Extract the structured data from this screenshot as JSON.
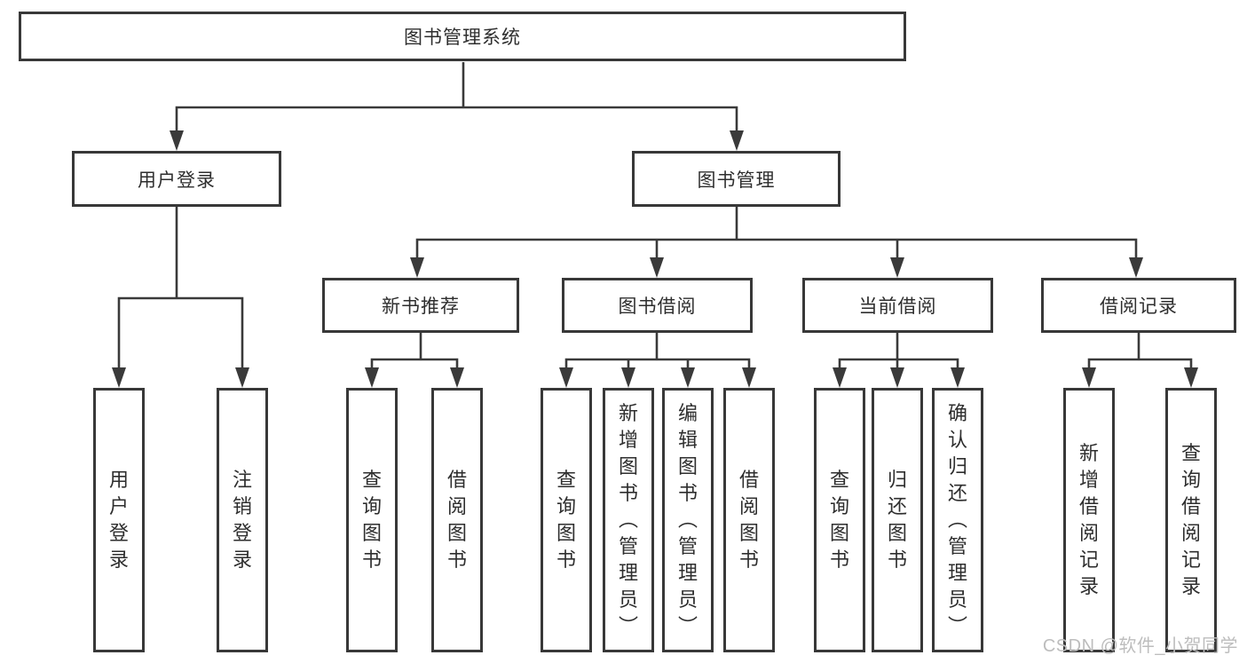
{
  "colors": {
    "line": "#3a3a3a",
    "box_border": "#383838",
    "text": "#2e2e2e",
    "background": "#ffffff",
    "watermark": "#bdbdbd"
  },
  "watermark": {
    "text": "CSDN @软件_小贺同学"
  },
  "tree": {
    "root": {
      "label": "图书管理系统"
    },
    "branches": [
      {
        "label": "用户登录",
        "leaves": [
          {
            "label": "用户登录"
          },
          {
            "label": "注销登录"
          }
        ]
      },
      {
        "label": "图书管理",
        "groups": [
          {
            "label": "新书推荐",
            "leaves": [
              {
                "label": "查询图书"
              },
              {
                "label": "借阅图书"
              }
            ]
          },
          {
            "label": "图书借阅",
            "leaves": [
              {
                "label": "查询图书"
              },
              {
                "label": "新增图书（管理员）"
              },
              {
                "label": "编辑图书（管理员）"
              },
              {
                "label": "借阅图书"
              }
            ]
          },
          {
            "label": "当前借阅",
            "leaves": [
              {
                "label": "查询图书"
              },
              {
                "label": "归还图书"
              },
              {
                "label": "确认归还（管理员）"
              }
            ]
          },
          {
            "label": "借阅记录",
            "leaves": [
              {
                "label": "新增借阅记录"
              },
              {
                "label": "查询借阅记录"
              }
            ]
          }
        ]
      }
    ]
  }
}
